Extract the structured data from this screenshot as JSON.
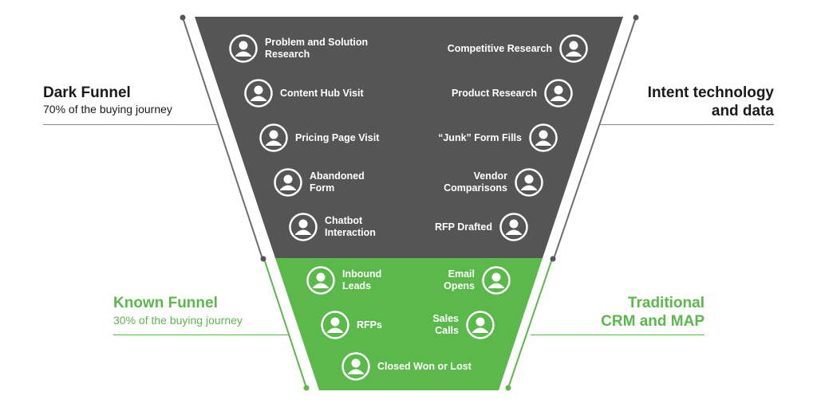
{
  "colors": {
    "dark_funnel": "#555555",
    "known_funnel": "#5bb84a",
    "text_dark": "#1a1a1a",
    "rail": "#6e6e6e",
    "white": "#ffffff"
  },
  "left_labels": {
    "dark_title": "Dark Funnel",
    "dark_subtitle": "70% of the buying journey",
    "known_title": "Known Funnel",
    "known_subtitle": "30% of the buying journey"
  },
  "right_labels": {
    "dark_title_line1": "Intent technology",
    "dark_title_line2": "and data",
    "known_title_line1": "Traditional",
    "known_title_line2": "CRM and MAP"
  },
  "dark_items_left": [
    {
      "label": "Problem and Solution\nResearch",
      "icon": "person-icon"
    },
    {
      "label": "Content Hub Visit",
      "icon": "person-icon"
    },
    {
      "label": "Pricing Page Visit",
      "icon": "person-icon"
    },
    {
      "label": "Abandoned\nForm",
      "icon": "person-icon"
    },
    {
      "label": "Chatbot\nInteraction",
      "icon": "person-icon"
    }
  ],
  "dark_items_right": [
    {
      "label": "Competitive Research",
      "icon": "person-icon"
    },
    {
      "label": "Product Research",
      "icon": "person-icon"
    },
    {
      "label": "“Junk” Form Fills",
      "icon": "person-icon"
    },
    {
      "label": "Vendor\nComparisons",
      "icon": "person-icon"
    },
    {
      "label": "RFP Drafted",
      "icon": "person-icon"
    }
  ],
  "known_items_left": [
    {
      "label": "Inbound\nLeads",
      "icon": "person-icon"
    },
    {
      "label": "RFPs",
      "icon": "person-icon"
    }
  ],
  "known_items_right": [
    {
      "label": "Email\nOpens",
      "icon": "person-icon"
    },
    {
      "label": "Sales\nCalls",
      "icon": "person-icon"
    }
  ],
  "known_item_center": {
    "label": "Closed Won or Lost",
    "icon": "person-icon"
  }
}
